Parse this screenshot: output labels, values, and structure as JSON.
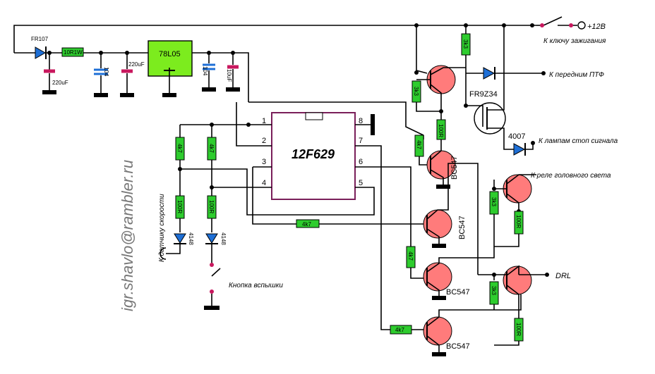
{
  "power": {
    "supply_label": "+12В",
    "ignition_label": "К ключу зажигания"
  },
  "parts": {
    "diode_input": "FR107",
    "regulator": "78L05",
    "mcu": "12F629",
    "mosfet": "FR9Z34",
    "diode_stop": "4007",
    "diode_sensor": "4148",
    "diode_button": "4148",
    "q1": "BC547",
    "q2": "BC547",
    "q3": "BC547",
    "q4": "BC547"
  },
  "resistors": {
    "r_input": "10R1W",
    "r_top": "3k3",
    "r_q0_base": "3k3",
    "r_q0_em": "100R",
    "r_q1_base": "4k7",
    "r_sensor_pull": "4k7",
    "r_button_pull": "4k7",
    "r_sensor_ser": "100R",
    "r_button_ser": "100R",
    "r_mid": "4k7",
    "r_q3_base": "4k7",
    "r_q4_base": "4k7",
    "r_head_b": "3k3",
    "r_head_e": "100R",
    "r_drl_b": "3k3",
    "r_drl_e": "100R"
  },
  "capacitors": {
    "c1": "220uF",
    "c2": "104",
    "c3": "220uF",
    "c4": "104",
    "c5": "10uF"
  },
  "pins": [
    "1",
    "2",
    "3",
    "4",
    "5",
    "6",
    "7",
    "8"
  ],
  "outputs": {
    "front_fog": "К передним ПТФ",
    "stop": "К лампам стоп сигнала",
    "head_relay": "К реле головного света",
    "drl": "DRL"
  },
  "inputs": {
    "speed_sensor": "К датчику скорости",
    "flash_button": "Кнопка вспышки"
  },
  "author_email": "igr.shavlo@rambler.ru"
}
